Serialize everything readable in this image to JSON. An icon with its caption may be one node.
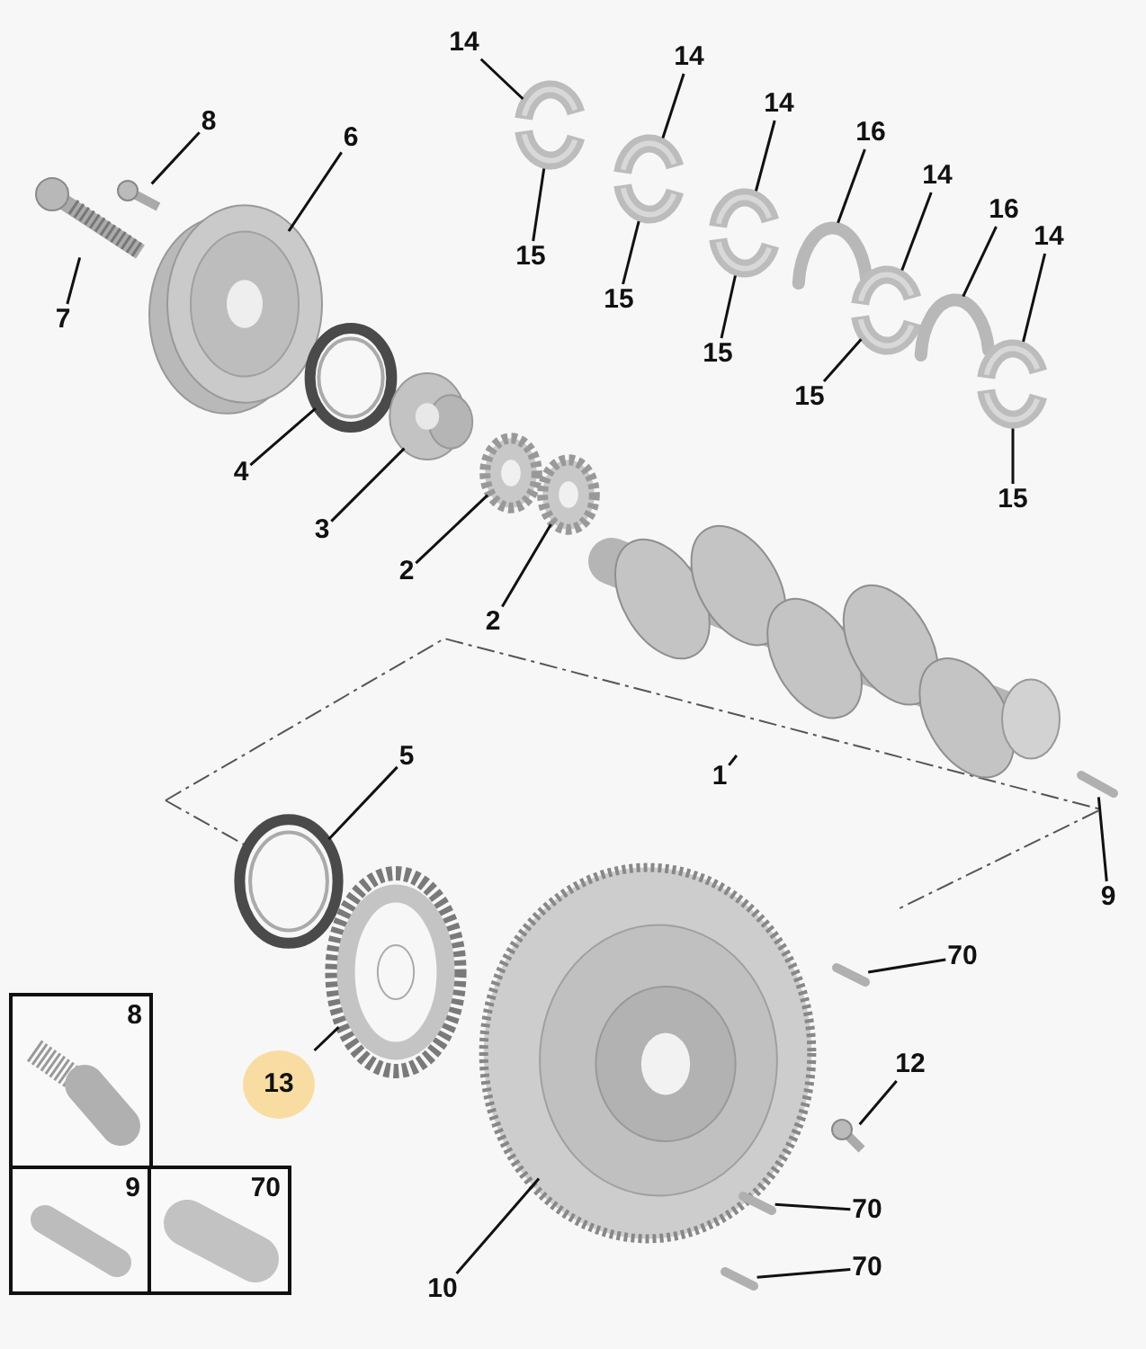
{
  "diagram": {
    "nodes": [
      {
        "text": [
          "14"
        ]
      },
      {
        "text": [
          "14"
        ]
      },
      {
        "text": [
          "14"
        ]
      },
      {
        "text": [
          "16"
        ]
      },
      {
        "text": [
          "14"
        ]
      },
      {
        "text": [
          "16"
        ]
      },
      {
        "text": [
          "14"
        ]
      },
      {
        "text": [
          "8"
        ]
      },
      {
        "text": [
          "6"
        ]
      },
      {
        "text": [
          "15"
        ]
      },
      {
        "text": [
          "15"
        ]
      },
      {
        "text": [
          "7"
        ]
      },
      {
        "text": [
          "15"
        ]
      },
      {
        "text": [
          "15"
        ]
      },
      {
        "text": [
          "4"
        ]
      },
      {
        "text": [
          "15"
        ]
      },
      {
        "text": [
          "3"
        ]
      },
      {
        "text": [
          "2"
        ]
      },
      {
        "text": [
          "2"
        ]
      },
      {
        "text": [
          "5"
        ]
      },
      {
        "text": [
          "1"
        ]
      },
      {
        "text": [
          "9"
        ]
      },
      {
        "text": [
          "70"
        ]
      },
      {
        "text": [
          "12"
        ]
      },
      {
        "text": [
          "13"
        ]
      },
      {
        "text": [
          "70"
        ]
      },
      {
        "text": [
          "70"
        ]
      },
      {
        "text": [
          "10"
        ]
      },
      {
        "text": [],
        "shape": "picture"
      },
      {
        "text": [],
        "shape": "picture"
      },
      {
        "text": [],
        "shape": "picture"
      },
      {
        "text": [],
        "shape": "picture"
      },
      {
        "text": [],
        "shape": "picture"
      },
      {
        "text": [],
        "shape": "picture"
      },
      {
        "text": [],
        "shape": "picture"
      },
      {
        "text": [],
        "shape": "picture"
      },
      {
        "text": [],
        "shape": "picture"
      },
      {
        "text": [],
        "shape": "picture"
      },
      {
        "text": [],
        "shape": "picture"
      },
      {
        "text": [],
        "shape": "picture"
      },
      {
        "text": [],
        "shape": "picture"
      },
      {
        "text": [],
        "shape": "picture"
      },
      {
        "text": [],
        "shape": "picture"
      },
      {
        "text": [],
        "shape": "picture"
      },
      {
        "text": [],
        "shape": "picture"
      },
      {
        "text": [],
        "shape": "picture"
      },
      {
        "text": [],
        "shape": "picture"
      },
      {
        "text": [],
        "shape": "picture"
      },
      {
        "text": [],
        "shape": "picture"
      },
      {
        "text": [],
        "shape": "picture"
      },
      {
        "text": [],
        "shape": "picture"
      },
      {
        "text": [
          "8"
        ]
      },
      {
        "text": [],
        "shape": "picture",
        "in": 51
      },
      {
        "text": [
          "9"
        ]
      },
      {
        "text": [],
        "shape": "picture",
        "in": 53
      },
      {
        "text": [
          "70"
        ]
      },
      {
        "text": [],
        "shape": "picture",
        "in": 55
      }
    ],
    "edges": [
      {
        "from": 0,
        "to": 28,
        "arrow": "none"
      },
      {
        "from": 9,
        "to": 28,
        "arrow": "none"
      },
      {
        "from": 1,
        "to": 29,
        "arrow": "none"
      },
      {
        "from": 10,
        "to": 29,
        "arrow": "none"
      },
      {
        "from": 2,
        "to": 30,
        "arrow": "none"
      },
      {
        "from": 12,
        "to": 30,
        "arrow": "none"
      },
      {
        "from": 3,
        "to": 31,
        "arrow": "none"
      },
      {
        "from": 4,
        "to": 32,
        "arrow": "none"
      },
      {
        "from": 13,
        "to": 32,
        "arrow": "none"
      },
      {
        "from": 5,
        "to": 33,
        "arrow": "none"
      },
      {
        "from": 6,
        "to": 34,
        "arrow": "none"
      },
      {
        "from": 15,
        "to": 34,
        "arrow": "none"
      },
      {
        "from": 7,
        "to": 35,
        "arrow": "none"
      },
      {
        "from": 8,
        "to": 36,
        "arrow": "none"
      },
      {
        "from": 11,
        "to": 37,
        "arrow": "none"
      },
      {
        "from": 14,
        "to": 38,
        "arrow": "none"
      },
      {
        "from": 16,
        "to": 39,
        "arrow": "none"
      },
      {
        "from": 17,
        "to": 40,
        "arrow": "none"
      },
      {
        "from": 18,
        "to": 41,
        "arrow": "none"
      },
      {
        "from": 20,
        "to": 42,
        "arrow": "none"
      },
      {
        "from": 21,
        "to": 43,
        "arrow": "none"
      },
      {
        "from": 19,
        "to": 44,
        "arrow": "none"
      },
      {
        "from": 24,
        "to": 45,
        "arrow": "none"
      },
      {
        "from": 27,
        "to": 46,
        "arrow": "none"
      },
      {
        "from": 22,
        "to": 47,
        "arrow": "none"
      },
      {
        "from": 23,
        "to": 48,
        "arrow": "none"
      },
      {
        "from": 25,
        "to": 49,
        "arrow": "none"
      },
      {
        "from": 26,
        "to": 50,
        "arrow": "none"
      }
    ]
  }
}
